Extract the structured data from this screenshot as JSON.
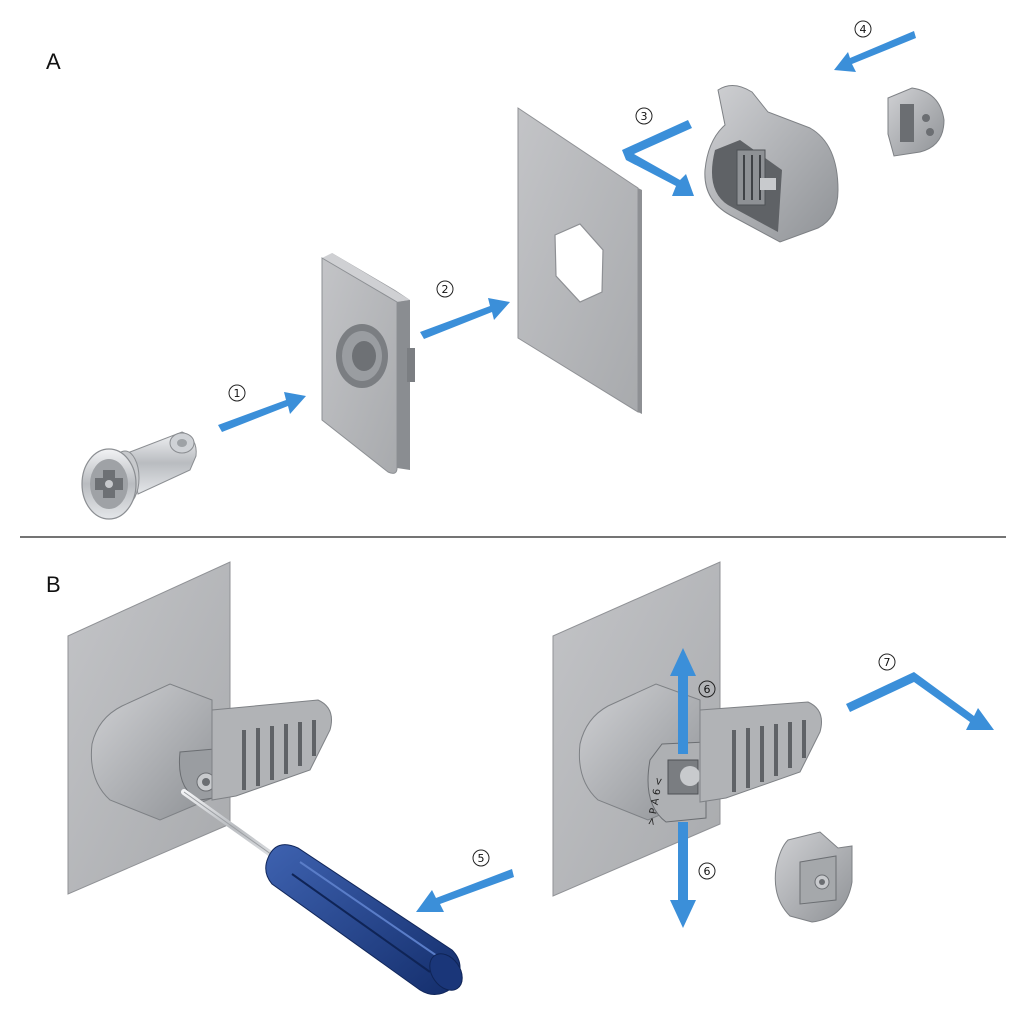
{
  "sections": {
    "a": "A",
    "b": "B"
  },
  "steps": [
    "1",
    "2",
    "3",
    "4",
    "5",
    "6",
    "6",
    "7"
  ],
  "engraving": "> P A 6 <",
  "colors": {
    "arrow": "#3b8fd9",
    "arrow_dark": "#2f76b8",
    "metal_light": "#c9cacd",
    "metal": "#a9abae",
    "metal_dark": "#7f8286",
    "plate_front": "#b7b8bb",
    "plate_edge": "#8e9094",
    "screwdriver": "#203f86",
    "steel": "#d4d7db",
    "line": "#222222"
  },
  "icons": {
    "lock_insert": "lock-insert-icon",
    "adapter_plate": "adapter-plate-icon",
    "panel": "panel-icon",
    "housing": "housing-icon",
    "end_cap": "end-cap-icon",
    "handle": "handle-icon",
    "screwdriver": "screwdriver-icon",
    "arrow": "arrow-icon"
  }
}
